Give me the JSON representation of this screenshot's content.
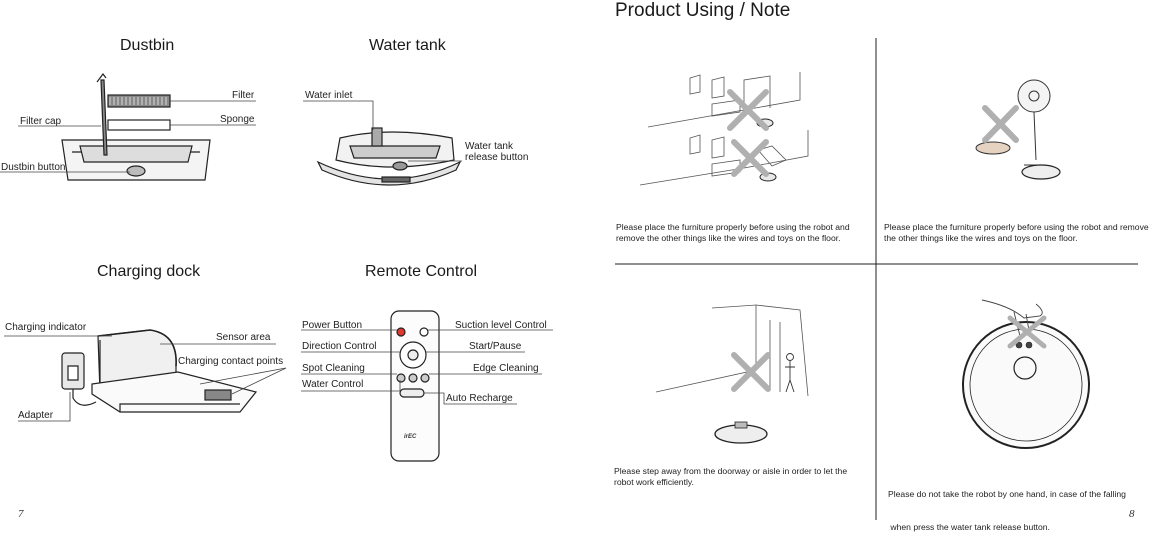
{
  "left_page": {
    "page_number": "7",
    "dustbin": {
      "title": "Dustbin",
      "labels": {
        "filter": "Filter",
        "filter_cap": "Filter cap",
        "sponge": "Sponge",
        "dustbin_button": "Dustbin button"
      }
    },
    "water_tank": {
      "title": "Water tank",
      "labels": {
        "water_inlet": "Water inlet",
        "release_line1": "Water tank",
        "release_line2": "release button"
      }
    },
    "charging_dock": {
      "title": "Charging dock",
      "labels": {
        "charging_indicator": "Charging indicator",
        "sensor_area": "Sensor area",
        "contact_points": "Charging contact points",
        "adapter": "Adapter"
      }
    },
    "remote_control": {
      "title": "Remote Control",
      "labels": {
        "power_button": "Power Button",
        "direction_control": "Direction Control",
        "spot_cleaning": "Spot Cleaning",
        "water_control": "Water Control",
        "suction_level": "Suction level Control",
        "start_pause": "Start/Pause",
        "edge_cleaning": "Edge Cleaning",
        "auto_recharge": "Auto Recharge"
      },
      "brand": "irEC"
    }
  },
  "right_page": {
    "title": "Product Using / Note",
    "page_number": "8",
    "notes": [
      {
        "line1": "Please place the furniture properly before using the robot and",
        "line2": "remove the other things like the wires and toys on the floor."
      },
      {
        "line1": "Please place the furniture properly before using the robot and remove",
        "line2": "the other things like the wires and toys on the floor."
      },
      {
        "line1": "Please step away from the doorway or aisle in order to let the",
        "line2": "robot work efficiently."
      },
      {
        "line1": "Please do not take the robot by one hand, in case of the falling",
        "line2": " when press the water tank release button."
      }
    ]
  }
}
